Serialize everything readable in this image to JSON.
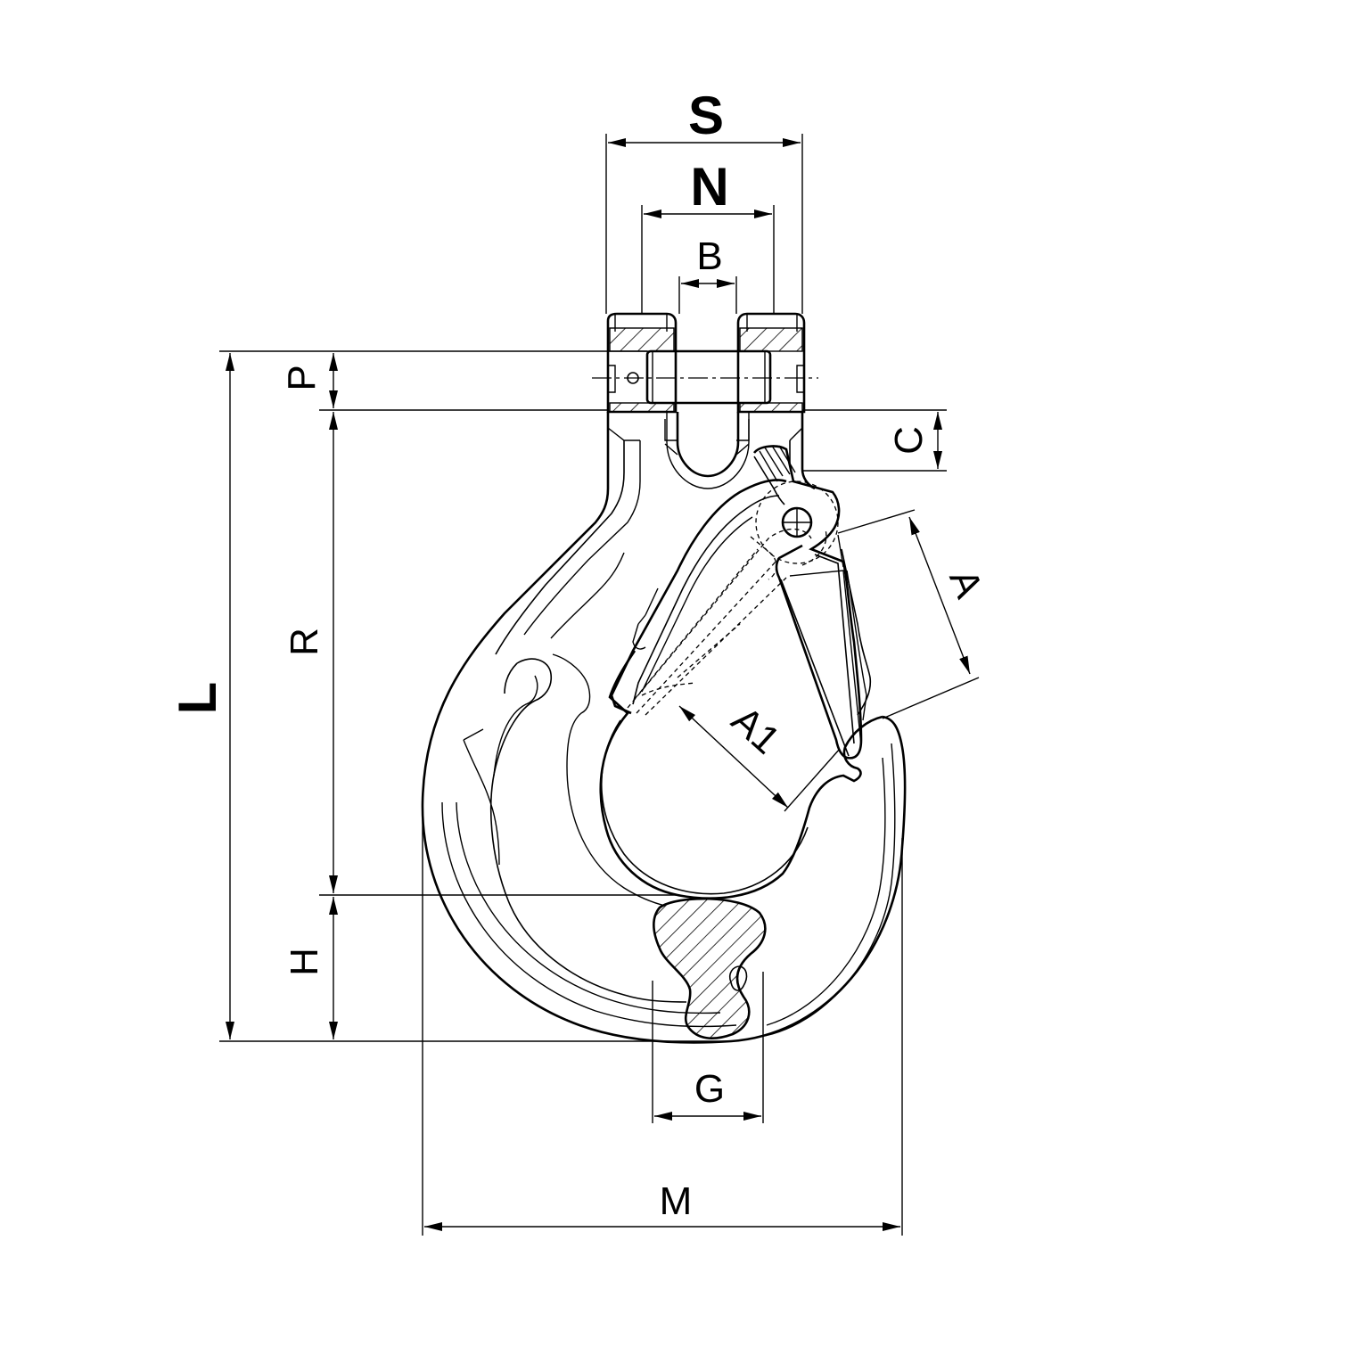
{
  "colors": {
    "line": "#000000",
    "background": "#ffffff"
  },
  "dimensions": {
    "S": "S",
    "N": "N",
    "B": "B",
    "P": "P",
    "C": "C",
    "L": "L",
    "R": "R",
    "H": "H",
    "A": "A",
    "A1": "A1",
    "G": "G",
    "M": "M"
  }
}
